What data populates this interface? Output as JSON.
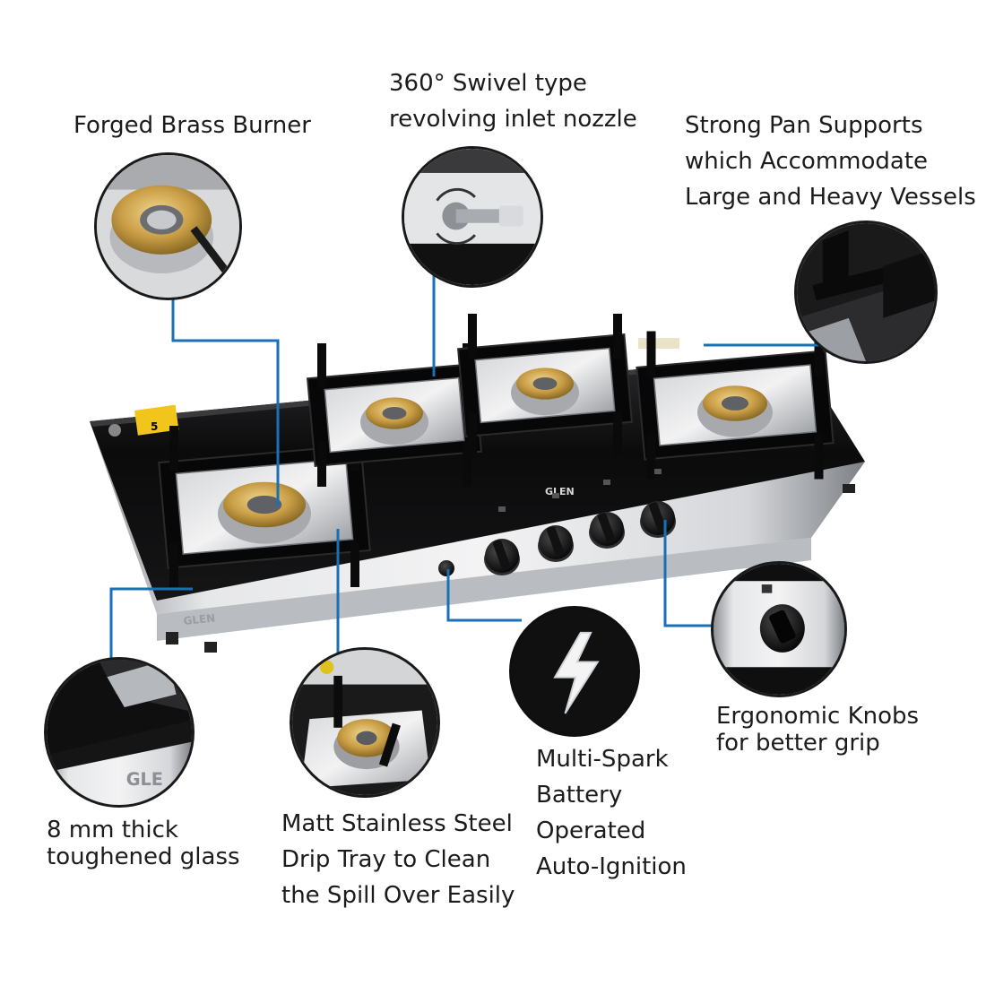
{
  "features": {
    "brass_burner": [
      "Forged Brass Burner"
    ],
    "nozzle": [
      "360° Swivel type",
      "revolving inlet nozzle"
    ],
    "pan_supports": [
      "Strong Pan Supports",
      "which Accommodate",
      "Large and Heavy Vessels"
    ],
    "knobs": [
      "Ergonomic Knobs",
      "for better grip"
    ],
    "glass": [
      "8 mm thick",
      "toughened glass"
    ],
    "drip_tray": [
      "Matt Stainless Steel",
      "Drip Tray to Clean",
      "the Spill Over Easily"
    ],
    "ignition": [
      "Multi-Spark",
      "Battery",
      "Operated",
      "Auto-Ignition"
    ]
  },
  "product": {
    "brand_on_glass": "GLEN",
    "brand_on_body": "GLEN",
    "energy_rating": "5"
  },
  "colors": {
    "callout_line": "#1b6fb5",
    "glass": "#0c0c0d",
    "steel": "#c9cbce",
    "brass": "#c9a24a"
  },
  "icons": [
    "lightning-icon"
  ]
}
